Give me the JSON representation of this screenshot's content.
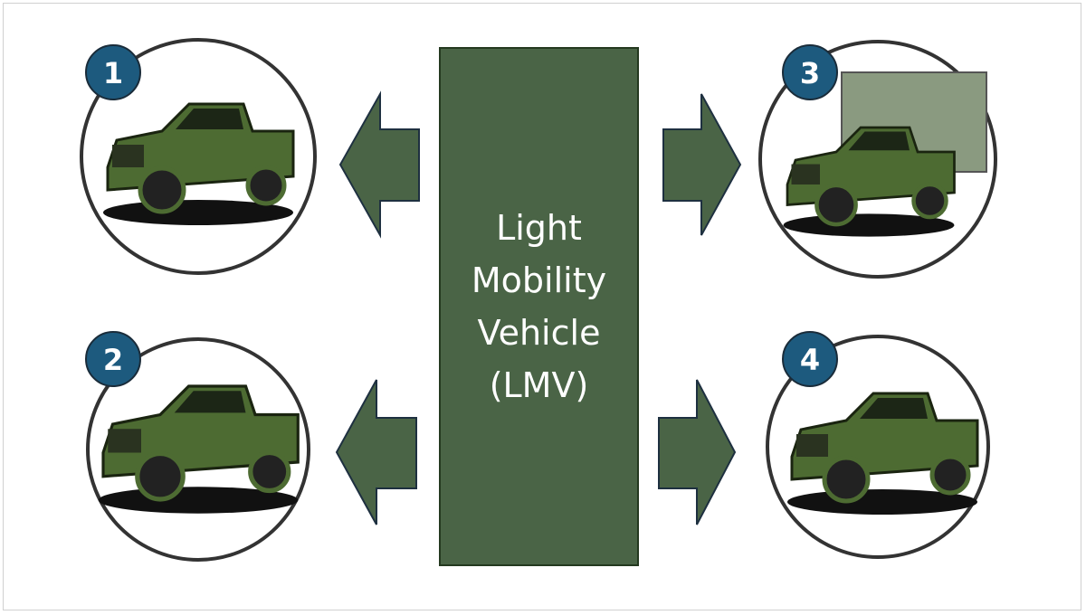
{
  "center": {
    "lines": [
      "Light",
      "Mobility",
      "Vehicle",
      "(LMV)"
    ]
  },
  "items": [
    {
      "number": "1",
      "icon": "pickup-truck-icon"
    },
    {
      "number": "2",
      "icon": "armored-vehicle-icon"
    },
    {
      "number": "3",
      "icon": "cargo-truck-icon"
    },
    {
      "number": "4",
      "icon": "gun-truck-icon"
    }
  ],
  "colors": {
    "box": "#4a6446",
    "badge": "#1d5a7e",
    "circle_stroke": "#333333",
    "vehicle": "#4d6b32"
  }
}
